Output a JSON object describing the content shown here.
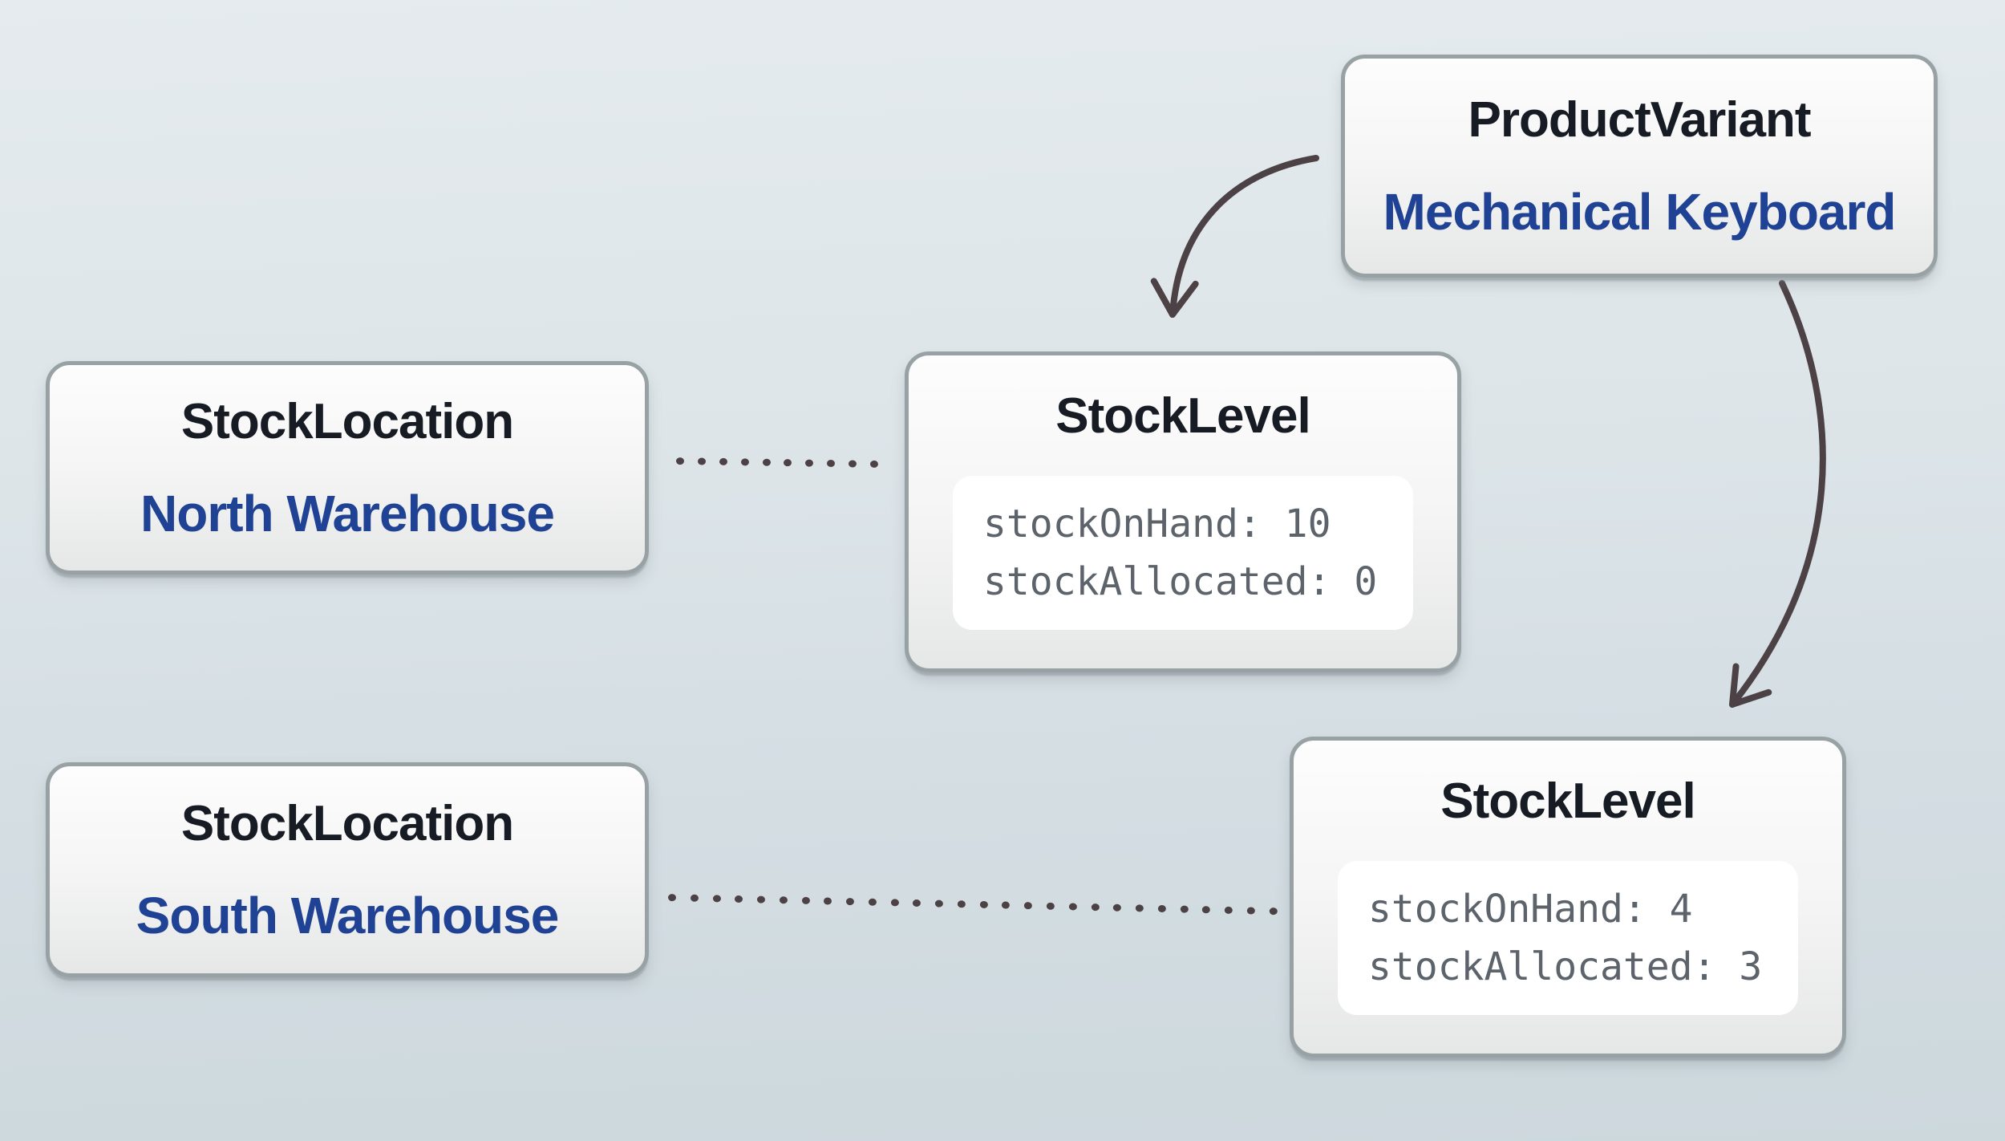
{
  "nodes": {
    "product_variant": {
      "type": "ProductVariant",
      "name": "Mechanical Keyboard"
    },
    "stock_location_north": {
      "type": "StockLocation",
      "name": "North Warehouse"
    },
    "stock_location_south": {
      "type": "StockLocation",
      "name": "South Warehouse"
    },
    "stock_level_north": {
      "type": "StockLevel",
      "fields": [
        "stockOnHand: 10",
        "stockAllocated: 0"
      ]
    },
    "stock_level_south": {
      "type": "StockLevel",
      "fields": [
        "stockOnHand: 4",
        "stockAllocated: 3"
      ]
    }
  },
  "colors": {
    "background_top": "#e5ebee",
    "background_bottom": "#cdd8dd",
    "node_fill_top": "#fdfdfd",
    "node_fill_bottom": "#e6e7e7",
    "node_border": "#98a2a5",
    "entity_type_text": "#171b23",
    "entity_name_text": "#1f4294",
    "field_card_fill": "#ffffff",
    "field_text": "#5d636b",
    "connector": "#4c4144"
  }
}
